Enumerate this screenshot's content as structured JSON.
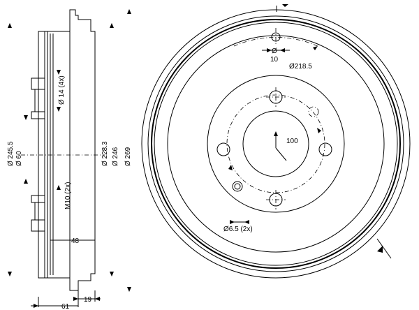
{
  "side_view": {
    "labels": {
      "d245_5": "Ø 245.5",
      "d60": "Ø 60",
      "hole14": "Ø 14 (4x)",
      "m10": "M10 (2x)",
      "d228_3": "Ø 228.3",
      "d246": "Ø 246",
      "d269": "Ø 269",
      "w48": "48",
      "w61": "61",
      "w19": "19"
    }
  },
  "front_view": {
    "labels": {
      "hole_d": "Ø",
      "hole_10": "10",
      "pcd_218_5": "Ø218.5",
      "pcd_100": "100",
      "d6_5": "Ø6.5 (2x)"
    }
  }
}
